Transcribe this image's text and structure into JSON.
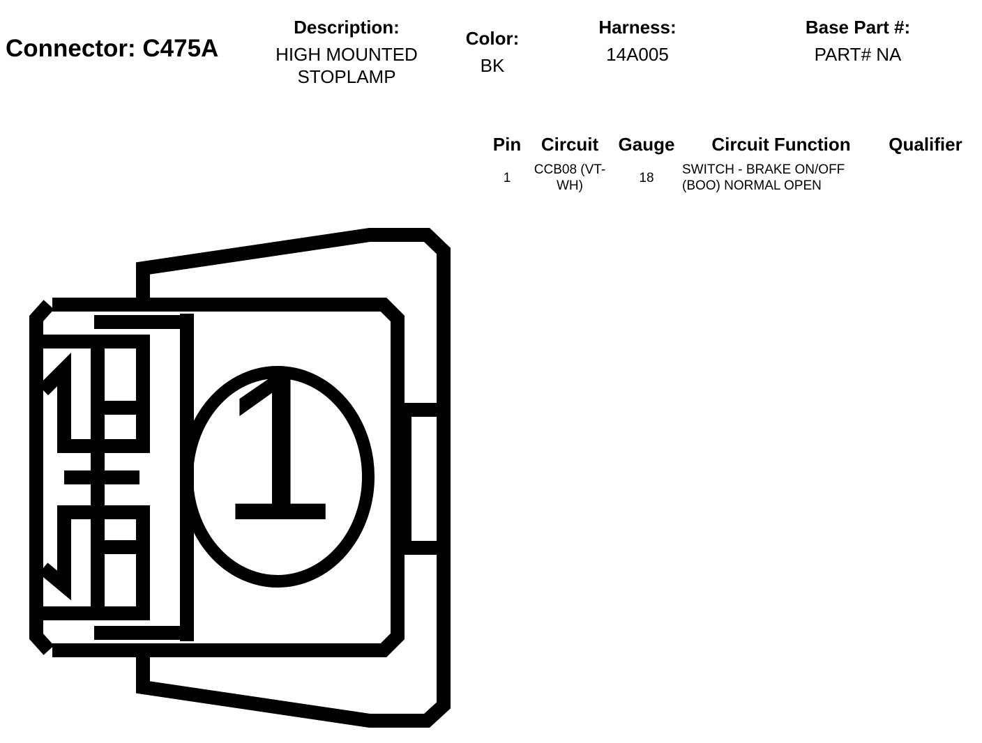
{
  "header": {
    "connector_label": "Connector: C475A",
    "description_label": "Description:",
    "description_value_line1": "HIGH MOUNTED",
    "description_value_line2": "STOPLAMP",
    "color_label": "Color:",
    "color_value": "BK",
    "harness_label": "Harness:",
    "harness_value": "14A005",
    "base_part_label": "Base Part #:",
    "base_part_value": "PART# NA"
  },
  "pin_table": {
    "columns": [
      "Pin",
      "Circuit",
      "Gauge",
      "Circuit Function",
      "Qualifier"
    ],
    "rows": [
      {
        "pin": "1",
        "circuit_line1": "CCB08 (VT-",
        "circuit_line2": "WH)",
        "gauge": "18",
        "function_line1": "SWITCH - BRAKE ON/OFF",
        "function_line2": "(BOO) NORMAL OPEN",
        "qualifier": ""
      }
    ]
  },
  "diagram": {
    "pin_label": "1",
    "stroke_color": "#000000"
  }
}
